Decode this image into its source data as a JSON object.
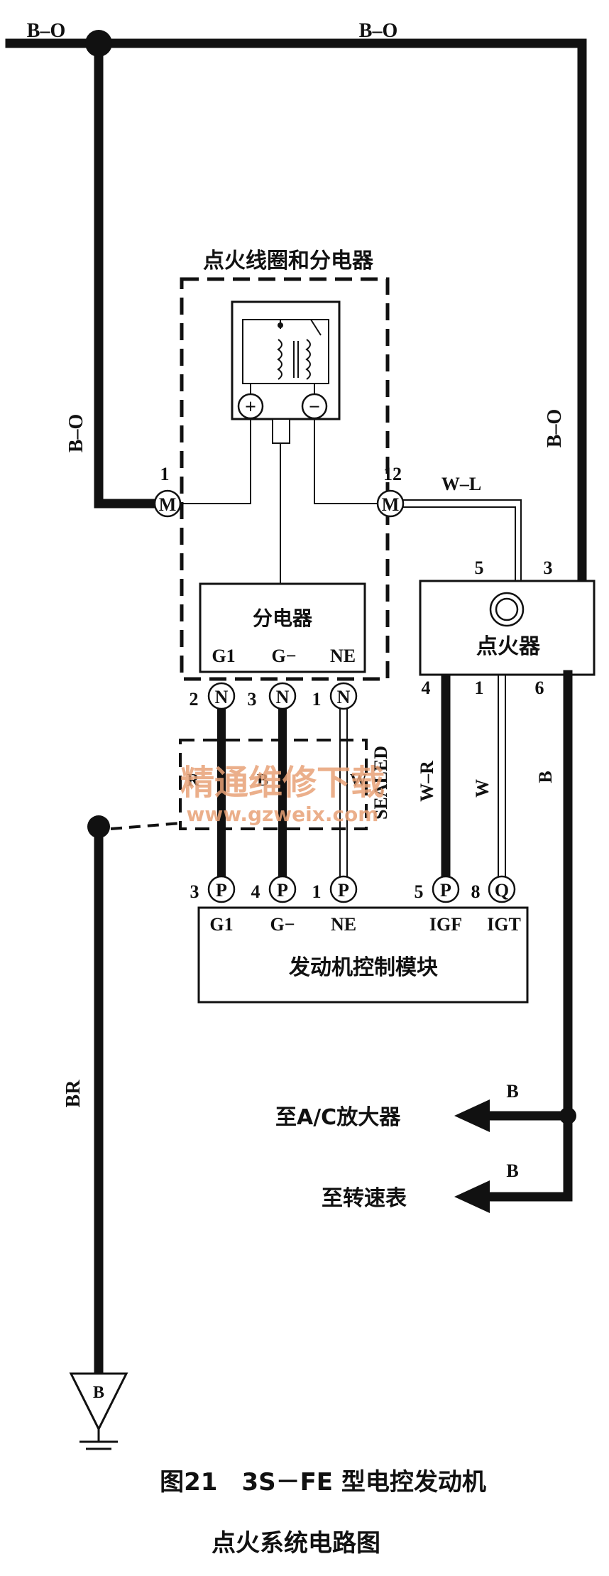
{
  "wires": {
    "top_left": "B–O",
    "top_right": "B–O",
    "left_vertical": "B–O",
    "right_vertical": "B–O",
    "wl": "W–L",
    "wr": "W–R",
    "w": "W",
    "b_igniter": "B",
    "br": "BR",
    "b_ac": "B",
    "b_tach": "B",
    "sealed": "SEALED",
    "sealed_r": "R",
    "sealed_b": "B",
    "sealed_w": "W"
  },
  "coil_group": {
    "title": "点火线圈和分电器",
    "plus": "+",
    "minus": "−"
  },
  "distributor": {
    "title": "分电器",
    "pins": [
      "G1",
      "G−",
      "NE"
    ]
  },
  "igniter": {
    "title": "点火器",
    "pin_5": "5",
    "pin_3": "3",
    "pin_4": "4",
    "pin_1": "1",
    "pin_6": "6"
  },
  "connectors": {
    "m1_num": "1",
    "m1": "M",
    "m12_num": "12",
    "m12": "M",
    "n_g1_num": "2",
    "n_gm_num": "3",
    "n_ne_num": "1",
    "n": "N",
    "p_g1_num": "3",
    "p_gm_num": "4",
    "p_ne_num": "1",
    "p_igf_num": "5",
    "q_igt_num": "8",
    "p": "P",
    "q": "Q"
  },
  "ecm": {
    "title": "发动机控制模块",
    "pins": [
      "G1",
      "G−",
      "NE",
      "IGF",
      "IGT"
    ]
  },
  "outputs": {
    "ac": "至A/C放大器",
    "tach": "至转速表"
  },
  "ground": {
    "label": "B"
  },
  "watermark": {
    "line1": "精通维修下载",
    "line2": "www.gzweix.com"
  },
  "caption": {
    "line1": "图21　3S－FE 型电控发动机",
    "line2": "点火系统电路图"
  }
}
